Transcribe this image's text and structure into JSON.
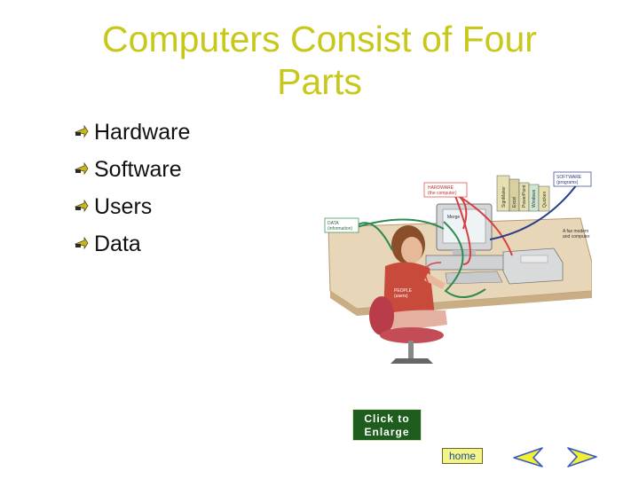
{
  "slide": {
    "title_line1": "Computers Consist of Four",
    "title_line2": "Parts"
  },
  "bullets": [
    {
      "label": "Hardware"
    },
    {
      "label": "Software"
    },
    {
      "label": "Users"
    },
    {
      "label": "Data"
    }
  ],
  "illustration": {
    "callouts": {
      "hardware": [
        "HARDWARE",
        "(the computer)"
      ],
      "software": [
        "SOFTWARE",
        "(programs)"
      ],
      "data": [
        "DATA",
        "(information)"
      ],
      "people": [
        "PEOPLE",
        "(users)"
      ],
      "modem": [
        "A fax modem",
        "and computer"
      ],
      "book_titles": [
        "SignMaker",
        "Excel",
        "PowerPoint",
        "Windows",
        "Quicken"
      ],
      "screen_text": "Merge"
    }
  },
  "controls": {
    "enlarge_line1": "Click to",
    "enlarge_line2": "Enlarge",
    "home_label": "home"
  },
  "colors": {
    "title": "#c8c81a",
    "enlarge_bg": "#1f5d1f",
    "home_bg": "#f4f48a",
    "arrow_fill": "#f2ef34",
    "arrow_stroke": "#3b58c8"
  }
}
